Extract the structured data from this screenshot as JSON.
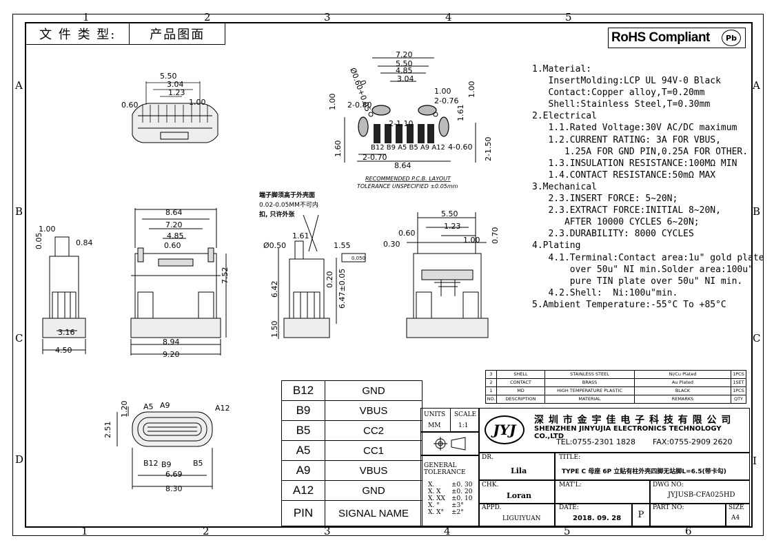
{
  "header": {
    "doc_type_label": "文 件 类 型:",
    "doc_type_value": "产品图面"
  },
  "rohs": {
    "label": "RoHS Compliant",
    "pb": "Pb"
  },
  "zones": {
    "top": [
      "1",
      "2",
      "3",
      "4",
      "5"
    ],
    "bottom": [
      "1",
      "2",
      "3",
      "4",
      "5",
      "6"
    ],
    "left": [
      "A",
      "B",
      "C",
      "D"
    ],
    "right": [
      "A",
      "B",
      "C",
      "I"
    ]
  },
  "spec_lines": [
    "1.Material:",
    "   InsertMolding:LCP UL 94V-0 Black",
    "   Contact:Copper alloy,T=0.20mm",
    "   Shell:Stainless Steel,T=0.30mm",
    "2.Electrical",
    "   1.1.Rated Voltage:30V AC/DC maximum",
    "   1.2.CURRENT RATING: 3A FOR VBUS,",
    "      1.25A FOR GND PIN,0.25A FOR OTHER.",
    "   1.3.INSULATION RESISTANCE:100MΩ MIN",
    "   1.4.CONTACT RESISTANCE:50mΩ MAX",
    "3.Mechanical",
    "   2.3.INSERT FORCE: 5~20N;",
    "   2.3.EXTRACT FORCE:INITIAL 8~20N,",
    "      AFTER 10000 CYCLES 6~20N;",
    "   2.3.DURABILITY: 8000 CYCLES",
    "4.Plating",
    "   4.1.Terminal:Contact area:1u\" gold plate",
    "       over 50u\" NI min.Solder area:100u\"",
    "       pure TIN plate over 50u\" NI min.",
    "   4.2.Shell:  Ni:100u\"min.",
    "5.Ambient Temperature:-55°C To +85°C"
  ],
  "pcb_layout": {
    "title": "RECOMMENDED  P.C.B. LAYOUT",
    "tolerance": "TOLERANCE UNSPECIFIED ±0.05mm",
    "pins": "B12 B9 A5 B5 A9 A12",
    "dims": [
      "7.20",
      "5.50",
      "4.85",
      "3.04",
      "1.00",
      "2-0.76",
      "2-0.80",
      "2-1.10",
      "4-0.60",
      "2-0.70",
      "8.64",
      "1.60",
      "1.00",
      "1.61",
      "2-1.50",
      "Ø0.60+0.05",
      "0"
    ]
  },
  "note": {
    "line1": "端子脚须高于外壳面",
    "line2": "0.02-0.05MM不可内",
    "line3": "扣, 只许外张"
  },
  "view_top": {
    "dims": [
      "5.50",
      "3.04",
      "1.23",
      "1.00",
      "0.60"
    ]
  },
  "view_front": {
    "dims": [
      "8.64",
      "7.20",
      "4.85",
      "0.60",
      "7.52",
      "8.94",
      "9.20"
    ]
  },
  "view_left": {
    "dims": [
      "1.00",
      "0.05",
      "0.84",
      "3.16",
      "4.50"
    ]
  },
  "view_side": {
    "dims": [
      "1.61",
      "Ø0.50",
      "1.55",
      "0.050",
      "0.20",
      "6.42",
      "6.47±0.05",
      "1.50"
    ]
  },
  "view_right": {
    "dims": [
      "5.50",
      "0.60",
      "1.23",
      "0.30",
      "1.00",
      "0.70"
    ]
  },
  "view_bottom": {
    "dims": [
      "A5",
      "A9",
      "A12",
      "1.20",
      "2.51",
      "B12",
      "B9",
      "B5",
      "6.69",
      "8.30"
    ]
  },
  "signal_table": {
    "rows": [
      {
        "pin": "B12",
        "signal": "GND"
      },
      {
        "pin": "B9",
        "signal": "VBUS"
      },
      {
        "pin": "B5",
        "signal": "CC2"
      },
      {
        "pin": "A5",
        "signal": "CC1"
      },
      {
        "pin": "A9",
        "signal": "VBUS"
      },
      {
        "pin": "A12",
        "signal": "GND"
      }
    ],
    "header": {
      "pin": "PIN",
      "signal": "SIGNAL  NAME"
    }
  },
  "bom": {
    "rows": [
      [
        "3",
        "SHELL",
        "STAINLESS STEEL",
        "Ni/Cu Plated",
        "1PCS"
      ],
      [
        "2",
        "CONTACT",
        "BRASS",
        "Au Plated",
        "1SET"
      ],
      [
        "1",
        "MD",
        "HIGH TEMPERATURE PLASTIC",
        "BLACK",
        "1PCS"
      ],
      [
        "NO.",
        "DESCRIPTION",
        "MATERIAL",
        "REMARKS",
        "QTY"
      ]
    ]
  },
  "title_block": {
    "units_label": "UNITS",
    "units_value": "MM",
    "scale_label": "SCALE",
    "scale_value": "1:1",
    "company_cn": "深 圳 市 金 宇 佳 电 子 科 技 有 限 公 司",
    "company_en": "SHENZHEN JINYUJIA ELECTRONICS TECHNOLOGY CO.,LTD",
    "tel": "TEL:0755-2301 1828",
    "fax": "FAX:0755-2909 2620",
    "logo": "JYJ",
    "general_tol_label": "GENERAL TOLERANCE",
    "tol_rows": [
      [
        "X.",
        "±0. 30"
      ],
      [
        "X. X",
        "±0. 20"
      ],
      [
        "X. XX",
        "±0. 10"
      ],
      [
        "X. °",
        "±3°"
      ],
      [
        "X. X°",
        "±2°"
      ]
    ],
    "dr_label": "DR.",
    "dr_value": "Lila",
    "chk_label": "CHK.",
    "chk_value": "Loran",
    "appd_label": "APPD.",
    "appd_value": "LIGUIYUAN",
    "title_label": "TITLE:",
    "title_value": "TYPE C 母座 6P 立贴有柱外壳四脚无站脚L=6.5(带卡勾)",
    "matl_label": "MAT'L:",
    "dwg_label": "DWG NO:",
    "dwg_value": "JYJUSB-CFA025HD",
    "date_label": "DATE:",
    "date_value": "2018. 09. 28",
    "p_label": "P",
    "part_label": "PART NO:",
    "size_label": "SIZE",
    "size_value": "A4"
  }
}
